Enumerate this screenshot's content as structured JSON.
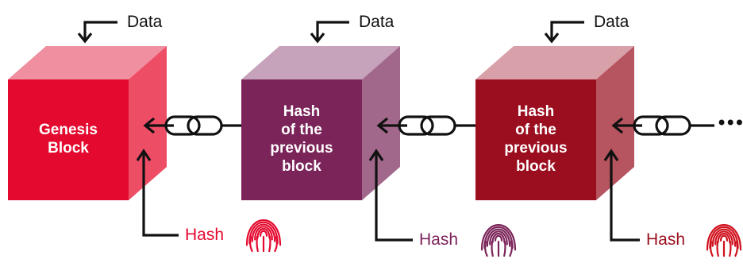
{
  "blocks": [
    {
      "label_lines": [
        "Genesis",
        "Block"
      ],
      "data_label": "Data",
      "hash_label": "Hash",
      "colors": {
        "front": "#E4092E",
        "top": "#EF8FA0",
        "side": "#EE4D66",
        "hash_text": "#E4092E",
        "fingerprint": "#E4092E"
      }
    },
    {
      "label_lines": [
        "Hash",
        "of the",
        "previous",
        "block"
      ],
      "data_label": "Data",
      "hash_label": "Hash",
      "colors": {
        "front": "#7B2459",
        "top": "#C6A3BA",
        "side": "#A2688C",
        "hash_text": "#7B2459",
        "fingerprint": "#7B2459"
      }
    },
    {
      "label_lines": [
        "Hash",
        "of the",
        "previous",
        "block"
      ],
      "data_label": "Data",
      "hash_label": "Hash",
      "colors": {
        "front": "#9B0E1F",
        "top": "#D8A0A8",
        "side": "#B6545F",
        "hash_text": "#9B0E1F",
        "fingerprint": "#D0101C"
      }
    }
  ],
  "continuation": "•••",
  "icons": {
    "arrow": "arrow-icon",
    "chain_link": "chain-link-icon",
    "fingerprint": "fingerprint-icon"
  },
  "line_color": "#111111"
}
